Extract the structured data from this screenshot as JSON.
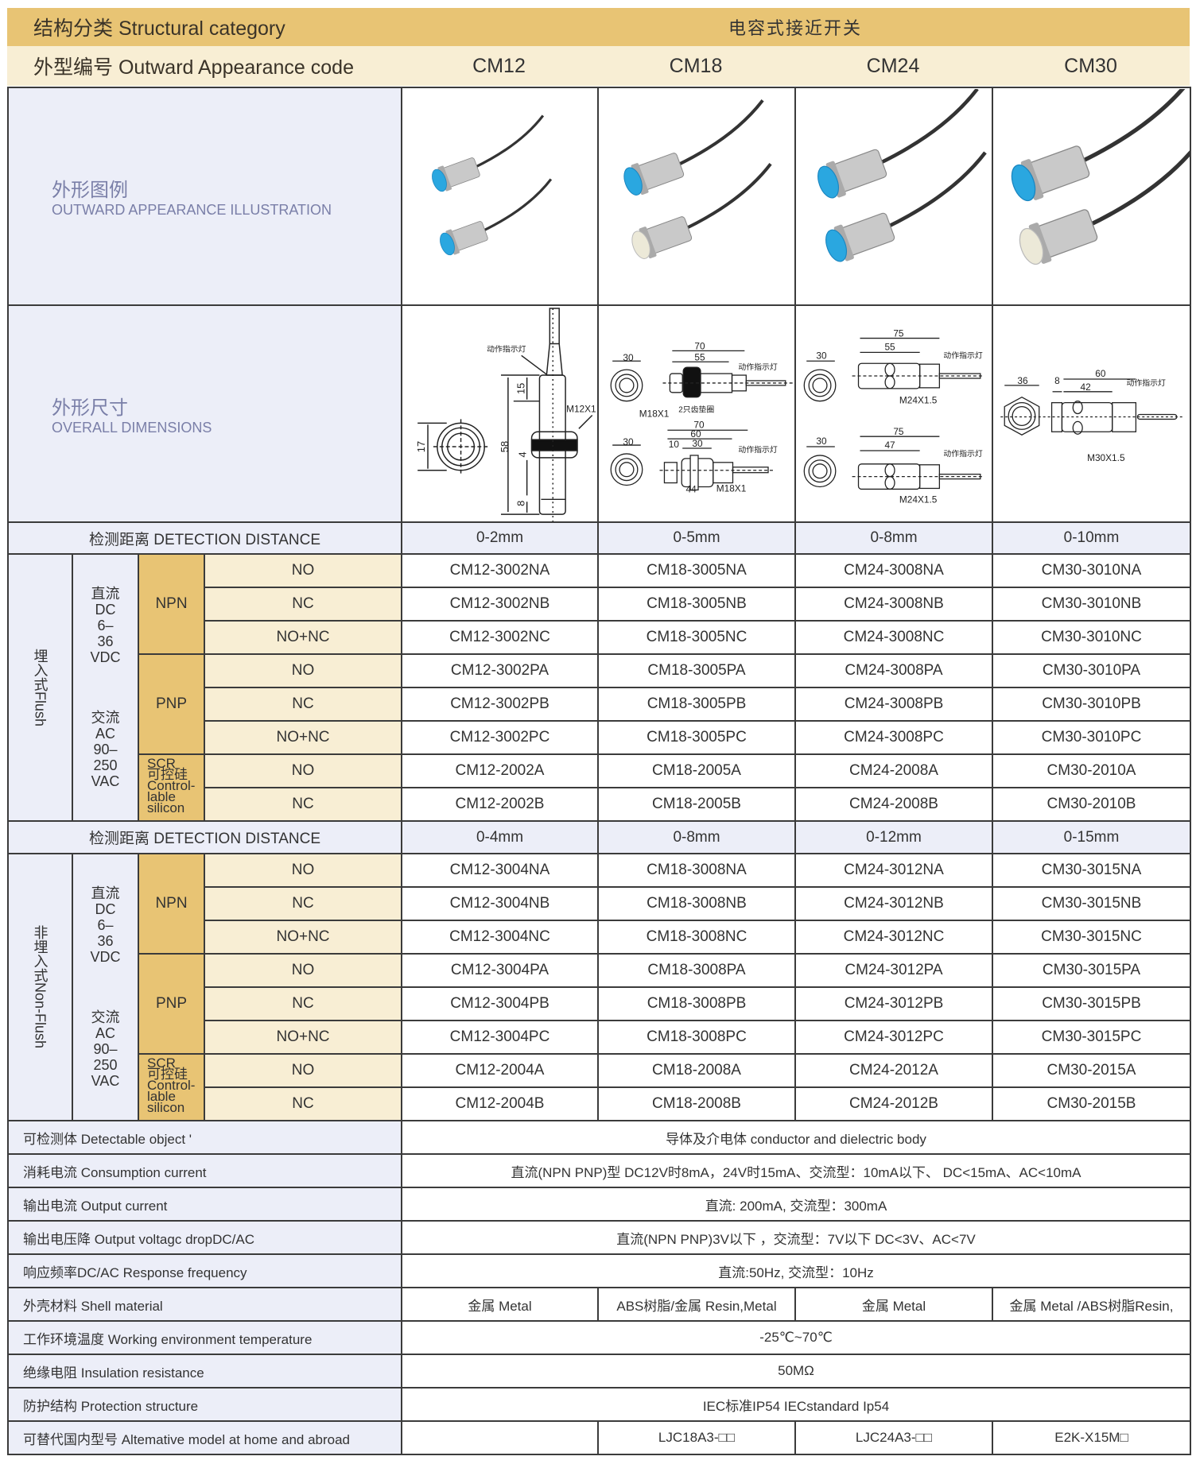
{
  "header": {
    "category_label": "结构分类 Structural category",
    "category_value": "电容式接近开关",
    "code_label": "外型编号 Outward Appearance code",
    "codes": [
      "CM12",
      "CM18",
      "CM24",
      "CM30"
    ]
  },
  "illustration": {
    "label_cn": "外形图例",
    "label_en": "OUTWARD APPEARANCE ILLUSTRATION"
  },
  "dimensions": {
    "label_cn": "外形尺寸",
    "label_en": "OVERALL DIMENSIONS",
    "indicator": "动作指示灯",
    "cm12": {
      "d17": "17",
      "d58": "58",
      "d15": "15",
      "d4": "4",
      "d8": "8",
      "thread": "M12X1"
    },
    "cm18": {
      "top_w": "30",
      "top_70": "70",
      "top_55": "55",
      "top_thread": "M18X1",
      "washer": "2只齿垫圈",
      "bot_w": "30",
      "bot_70": "70",
      "bot_60": "60",
      "bot_10": "10",
      "bot_30": "30",
      "bot_44": "44",
      "bot_thread": "M18X1"
    },
    "cm24": {
      "top_w": "30",
      "top_75": "75",
      "top_55": "55",
      "top_thread": "M24X1.5",
      "bot_w": "30",
      "bot_75": "75",
      "bot_47": "47",
      "bot_thread": "M24X1.5"
    },
    "cm30": {
      "w": "36",
      "d8": "8",
      "d60": "60",
      "d42": "42",
      "thread": "M30X1.5"
    }
  },
  "flush": {
    "distance_label": "检测距离 DETECTION DISTANCE",
    "distances": [
      "0-2mm",
      "0-5mm",
      "0-8mm",
      "0-10mm"
    ],
    "mount_label": "埋入式Flush",
    "dc_label": "直流\nDC\n6–\n36\nVDC",
    "ac_label": "交流\nAC\n90–\n250\nVAC",
    "npn": "NPN",
    "pnp": "PNP",
    "scr": "SCR\n可控硅\nControl-\nlable\nsilicon",
    "rows": [
      {
        "output": "NO",
        "models": [
          "CM12-3002NA",
          "CM18-3005NA",
          "CM24-3008NA",
          "CM30-3010NA"
        ]
      },
      {
        "output": "NC",
        "models": [
          "CM12-3002NB",
          "CM18-3005NB",
          "CM24-3008NB",
          "CM30-3010NB"
        ]
      },
      {
        "output": "NO+NC",
        "models": [
          "CM12-3002NC",
          "CM18-3005NC",
          "CM24-3008NC",
          "CM30-3010NC"
        ]
      },
      {
        "output": "NO",
        "models": [
          "CM12-3002PA",
          "CM18-3005PA",
          "CM24-3008PA",
          "CM30-3010PA"
        ]
      },
      {
        "output": "NC",
        "models": [
          "CM12-3002PB",
          "CM18-3005PB",
          "CM24-3008PB",
          "CM30-3010PB"
        ]
      },
      {
        "output": "NO+NC",
        "models": [
          "CM12-3002PC",
          "CM18-3005PC",
          "CM24-3008PC",
          "CM30-3010PC"
        ]
      },
      {
        "output": "NO",
        "models": [
          "CM12-2002A",
          "CM18-2005A",
          "CM24-2008A",
          "CM30-2010A"
        ]
      },
      {
        "output": "NC",
        "models": [
          "CM12-2002B",
          "CM18-2005B",
          "CM24-2008B",
          "CM30-2010B"
        ]
      }
    ]
  },
  "nonflush": {
    "distance_label": "检测距离 DETECTION DISTANCE",
    "distances": [
      "0-4mm",
      "0-8mm",
      "0-12mm",
      "0-15mm"
    ],
    "mount_label": "非埋入式Non-Flush",
    "dc_label": "直流\nDC\n6–\n36\nVDC",
    "ac_label": "交流\nAC\n90–\n250\nVAC",
    "npn": "NPN",
    "pnp": "PNP",
    "scr": "SCR\n可控硅\nControl-\nlable\nsilicon",
    "rows": [
      {
        "output": "NO",
        "models": [
          "CM12-3004NA",
          "CM18-3008NA",
          "CM24-3012NA",
          "CM30-3015NA"
        ]
      },
      {
        "output": "NC",
        "models": [
          "CM12-3004NB",
          "CM18-3008NB",
          "CM24-3012NB",
          "CM30-3015NB"
        ]
      },
      {
        "output": "NO+NC",
        "models": [
          "CM12-3004NC",
          "CM18-3008NC",
          "CM24-3012NC",
          "CM30-3015NC"
        ]
      },
      {
        "output": "NO",
        "models": [
          "CM12-3004PA",
          "CM18-3008PA",
          "CM24-3012PA",
          "CM30-3015PA"
        ]
      },
      {
        "output": "NC",
        "models": [
          "CM12-3004PB",
          "CM18-3008PB",
          "CM24-3012PB",
          "CM30-3015PB"
        ]
      },
      {
        "output": "NO+NC",
        "models": [
          "CM12-3004PC",
          "CM18-3008PC",
          "CM24-3012PC",
          "CM30-3015PC"
        ]
      },
      {
        "output": "NO",
        "models": [
          "CM12-2004A",
          "CM18-2008A",
          "CM24-2012A",
          "CM30-2015A"
        ]
      },
      {
        "output": "NC",
        "models": [
          "CM12-2004B",
          "CM18-2008B",
          "CM24-2012B",
          "CM30-2015B"
        ]
      }
    ]
  },
  "specs": [
    {
      "label": "可检测体  Detectable object '",
      "value": "导体及介电体 conductor and dielectric body"
    },
    {
      "label": "消耗电流 Consumption current",
      "value": "直流(NPN PNP)型  DC12V时8mA，24V时15mA、交流型：10mA以下、 DC<15mA、AC<10mA"
    },
    {
      "label": "输出电流 Output current",
      "value": "直流: 200mA, 交流型：300mA"
    },
    {
      "label": "输出电压降 Output voltagc dropDC/AC",
      "value": "直流(NPN PNP)3V以下 ，交流型：7V以下  DC<3V、AC<7V"
    },
    {
      "label": "响应频率DC/AC Response frequency",
      "value": "直流:50Hz, 交流型：10Hz"
    },
    {
      "label": "外壳材料 Shell material",
      "values": [
        "金属  Metal",
        "ABS树脂/金属 Resin,Metal",
        "金属  Metal",
        "金属 Metal /ABS树脂Resin,"
      ]
    },
    {
      "label": "工作环境温度 Working environment temperature",
      "value": "-25℃~70℃"
    },
    {
      "label": "绝缘电阻 Insulation resistance",
      "value": "50MΩ"
    },
    {
      "label": "防护结构 Protection structure",
      "value": "IEC标准IP54  IECstandard Ip54"
    },
    {
      "label": "可替代国内型号 Altemative model at home and abroad",
      "values": [
        "",
        "LJC18A3-□□",
        "LJC24A3-□□",
        "E2K-X15M□"
      ]
    }
  ]
}
